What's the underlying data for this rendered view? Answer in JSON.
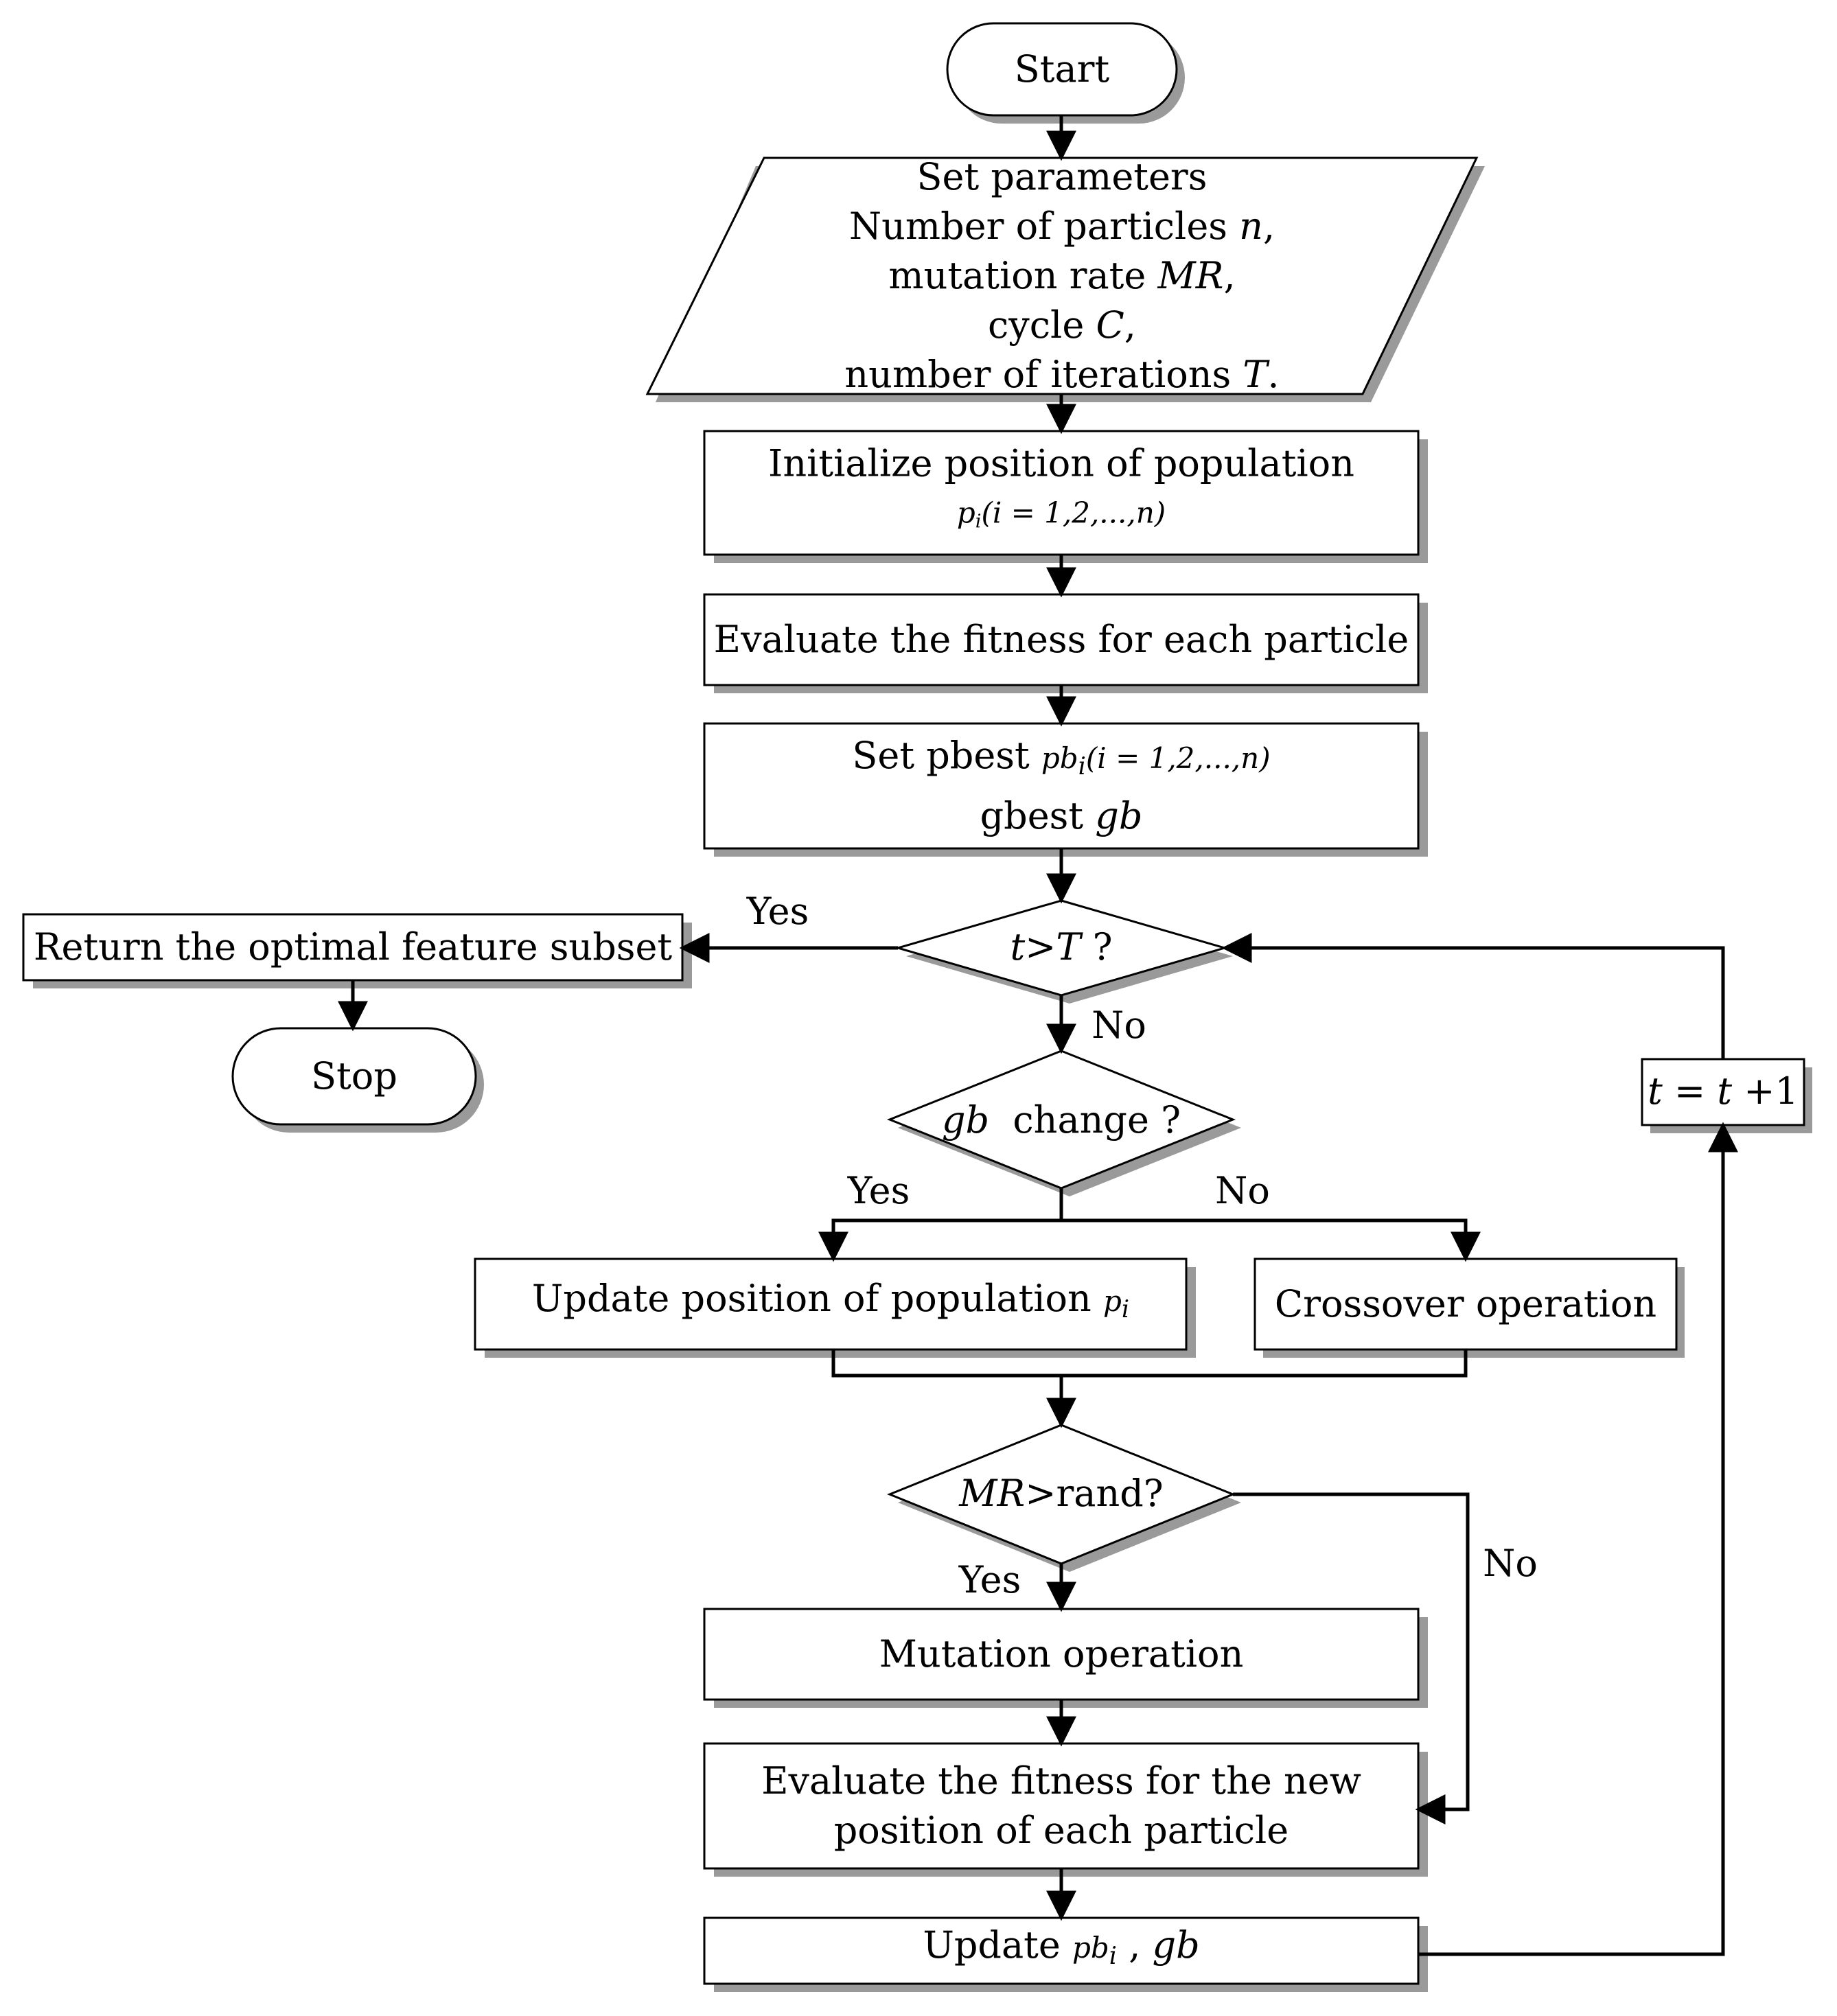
{
  "colors": {
    "stroke": "#000000",
    "shadow": "#9a9a9a",
    "fill": "#ffffff",
    "text": "#000000"
  },
  "nodes": {
    "start": "Start",
    "stop": "Stop",
    "params": {
      "l1": "Set parameters",
      "l2a": "Number of particles ",
      "l2v": "n",
      "l2b": ",",
      "l3a": "mutation rate ",
      "l3v": "MR",
      "l3b": ",",
      "l4a": "cycle ",
      "l4v": "C",
      "l4b": ",",
      "l5a": "number of iterations ",
      "l5v": "T",
      "l5b": "."
    },
    "init": {
      "line1": "Initialize position of population",
      "p": "p",
      "sub": "i",
      "rest": "(i = 1,2,...,n)"
    },
    "eval1": "Evaluate the fitness for each particle",
    "pbest": {
      "a": "Set pbest ",
      "pb": "pb",
      "sub": "i",
      "rest": "(i = 1,2,...,n)",
      "b": "gbest ",
      "gb": "gb"
    },
    "return": "Return the optimal feature subset",
    "cond_t": {
      "t": "t",
      "op": ">",
      "T": "T",
      "q": " ?"
    },
    "cond_gb": {
      "gb": "gb",
      "rest": "  change ?"
    },
    "update_pos": {
      "text": "Update position of population ",
      "p": "p",
      "sub": "i"
    },
    "crossover": "Crossover operation",
    "cond_mr": {
      "mr": "MR",
      "rest": ">rand?"
    },
    "mutation": "Mutation operation",
    "eval2": {
      "line1": "Evaluate the fitness for the new",
      "line2": "position of each particle"
    },
    "update_best": {
      "a": "Update ",
      "pb": "pb",
      "sub": "i",
      "b": " , ",
      "gb": "gb"
    },
    "incr": {
      "t1": "t",
      "eq": " = ",
      "t2": "t",
      "plus": " +1"
    }
  },
  "edge_labels": {
    "t_yes": "Yes",
    "t_no": "No",
    "gb_yes": "Yes",
    "gb_no": "No",
    "mr_yes": "Yes",
    "mr_no": "No"
  }
}
